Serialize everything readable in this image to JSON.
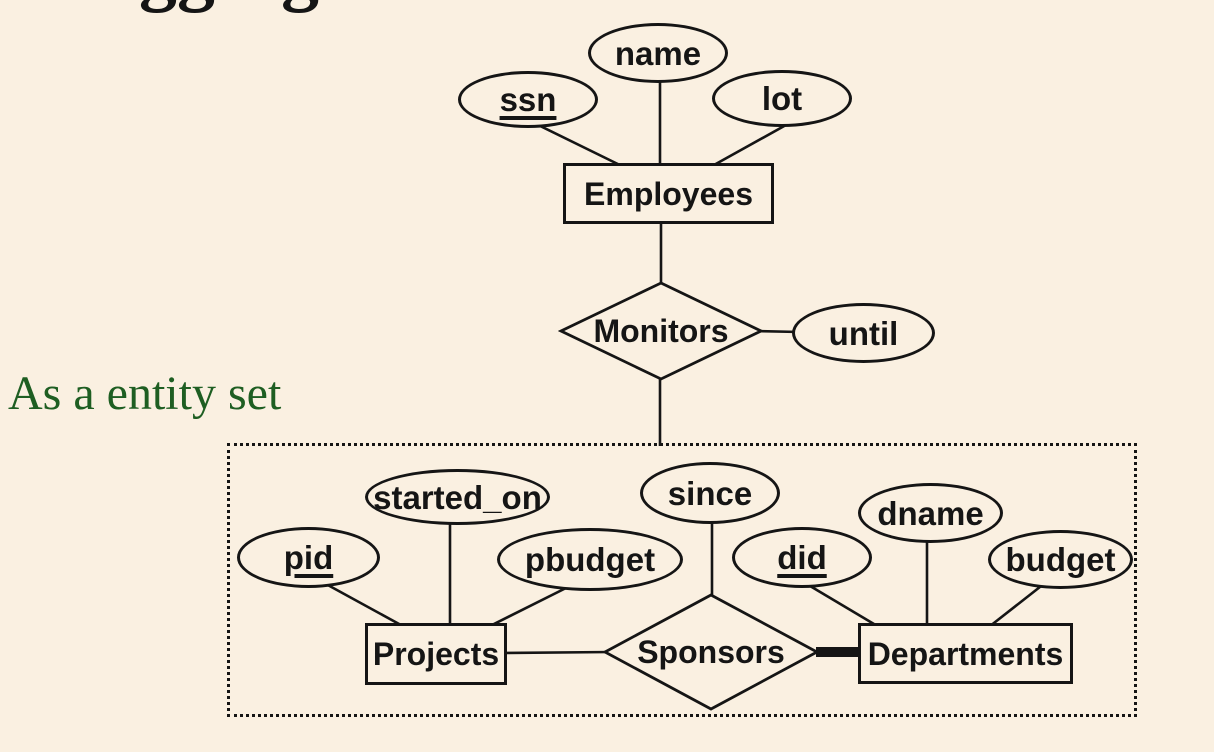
{
  "colors": {
    "background": "#FAF0E1",
    "ink": "#151515",
    "caption_green": "#1E5E22"
  },
  "slide": {
    "clipped_title": "Aggregation",
    "caption": "As a entity set"
  },
  "entities": {
    "employees": "Employees",
    "projects": "Projects",
    "departments": "Departments"
  },
  "relationships": {
    "monitors": "Monitors",
    "sponsors": "Sponsors"
  },
  "attributes": {
    "ssn": "ssn",
    "name": "name",
    "lot": "lot",
    "until": "until",
    "started_on": "started_on",
    "since": "since",
    "pid": "pid",
    "pbudget": "pbudget",
    "did": "did",
    "dname": "dname",
    "budget": "budget"
  },
  "key_attributes": [
    "ssn",
    "pid",
    "did"
  ]
}
